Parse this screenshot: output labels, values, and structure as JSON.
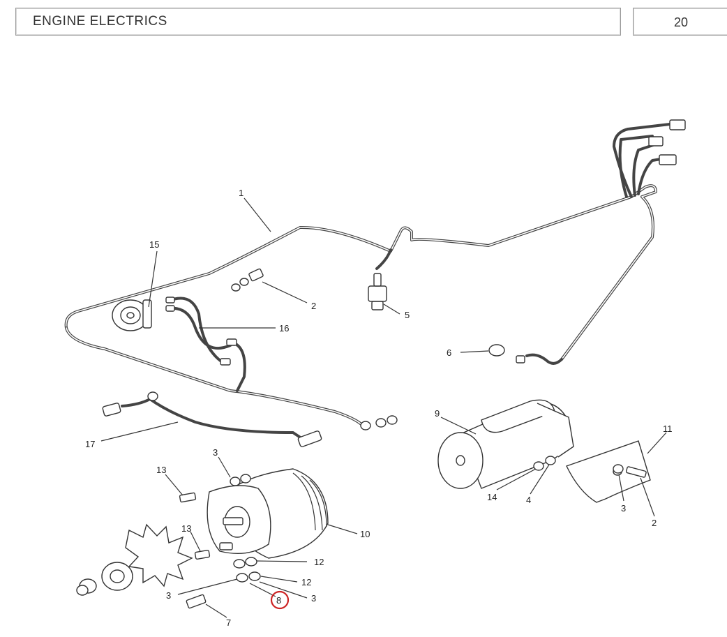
{
  "header": {
    "title": "ENGINE ELECTRICS",
    "page_number": "20"
  },
  "callouts": {
    "c1": "1",
    "c2a": "2",
    "c5": "5",
    "c15": "15",
    "c16": "16",
    "c6": "6",
    "c17": "17",
    "c9": "9",
    "c11": "11",
    "c3a": "3",
    "c13a": "13",
    "c14": "14",
    "c4": "4",
    "c3b": "3",
    "c2b": "2",
    "c10": "10",
    "c13b": "13",
    "c12a": "12",
    "c12b": "12",
    "c3c": "3",
    "c3d": "3",
    "c8": "8",
    "c7": "7"
  },
  "highlight": {
    "callout": "8",
    "color": "#cc2222"
  }
}
